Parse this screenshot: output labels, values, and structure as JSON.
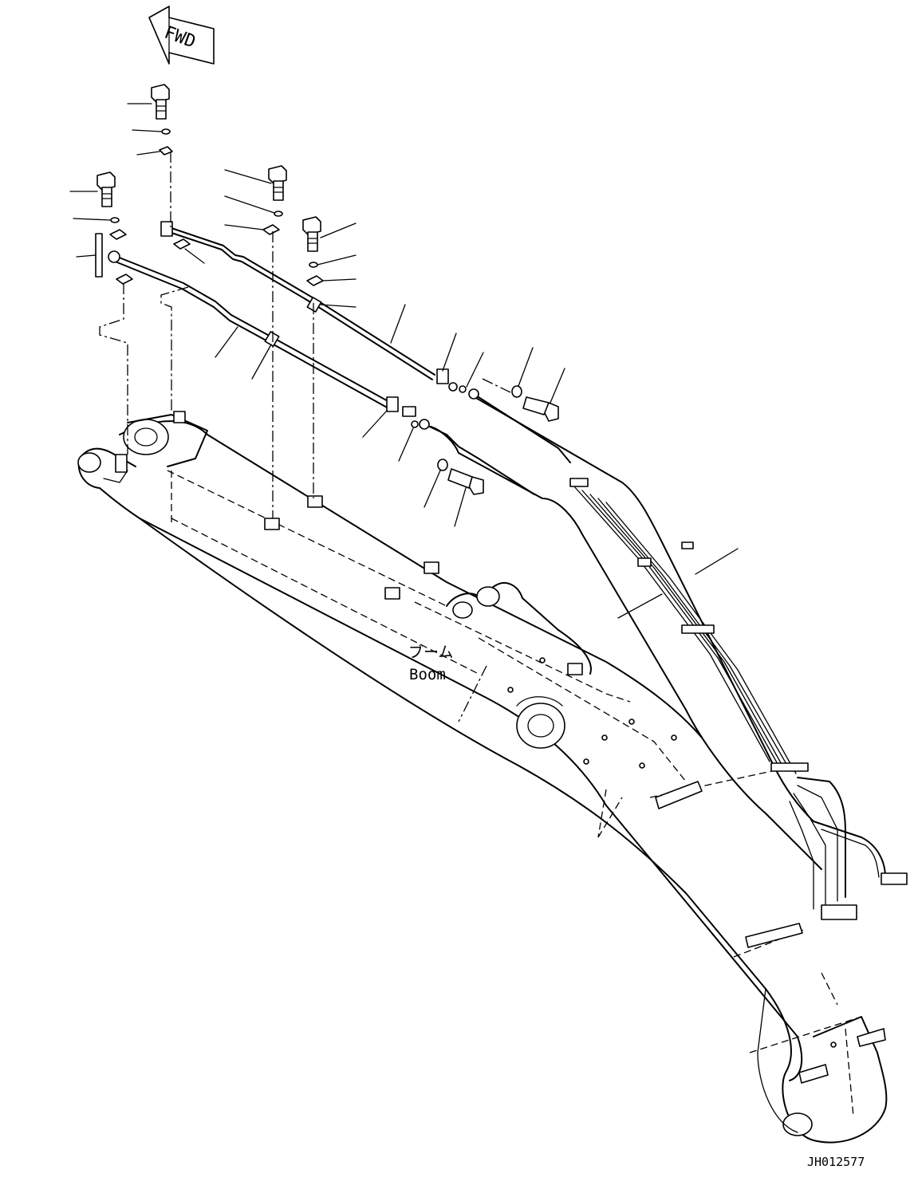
{
  "direction_arrow": {
    "label": "FWD"
  },
  "callouts": {
    "boom_jp": "ブーム",
    "boom_en": "Boom"
  },
  "drawing_id": "JH012577",
  "colors": {
    "ink": "#000000",
    "paper": "#ffffff"
  }
}
